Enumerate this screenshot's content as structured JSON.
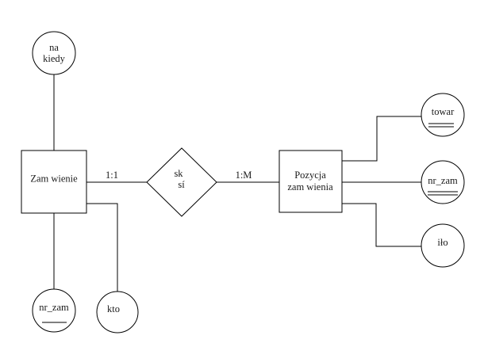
{
  "diagram": {
    "type": "entity-relationship",
    "colors": {
      "stroke": "#000000",
      "text": "#1a1a1a",
      "background": "#ffffff"
    },
    "entities": {
      "order": {
        "label": "Zam wienie"
      },
      "order_item": {
        "line1": "Pozycja",
        "line2": "zam wienia"
      }
    },
    "relationship": {
      "line1": "sk",
      "line2": "sí"
    },
    "cardinalities": {
      "left": "1:1",
      "right": "1:M"
    },
    "attributes": {
      "na_kiedy": {
        "line1": "na",
        "line2": "kiedy",
        "key": "no"
      },
      "nr_zam_left": {
        "label": "nr_zam",
        "key": "single-underline"
      },
      "kto": {
        "label": "kto",
        "key": "no"
      },
      "towar": {
        "label": "towar",
        "key": "double-underline"
      },
      "nr_zam_right": {
        "label": "nr_zam",
        "key": "double-underline"
      },
      "ilo": {
        "label": "iło",
        "key": "no"
      }
    }
  }
}
